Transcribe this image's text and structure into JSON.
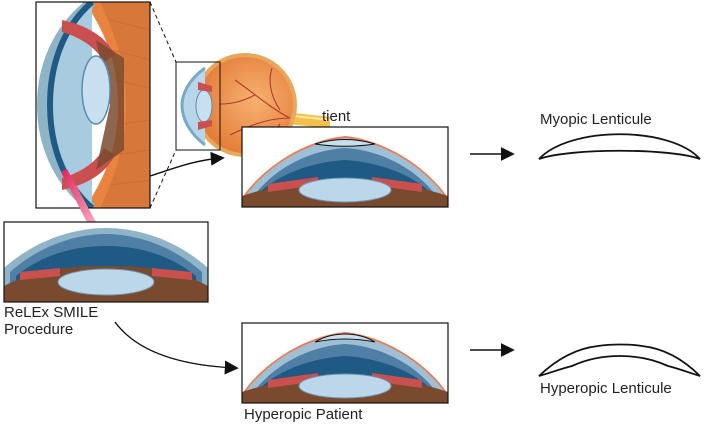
{
  "labels": {
    "myopic_patient_partial": "tient",
    "myopic_lenticule": "Myopic Lenticule",
    "procedure_line1": "ReLEx SMILE",
    "procedure_line2": "Procedure",
    "hyperopic_patient": "Hyperopic Patient",
    "hyperopic_lenticule": "Hyperopic Lenticule"
  },
  "colors": {
    "sclera_orange": "#f0944e",
    "cornea_blue": "#9fc6dd",
    "dark_blue": "#1e5a83",
    "lens_blue": "#bcd7e8",
    "iris_red": "#c9504f",
    "ciliary_brown": "#7a4a2e",
    "laser_pink": "#e0245e",
    "outline": "#111111"
  }
}
